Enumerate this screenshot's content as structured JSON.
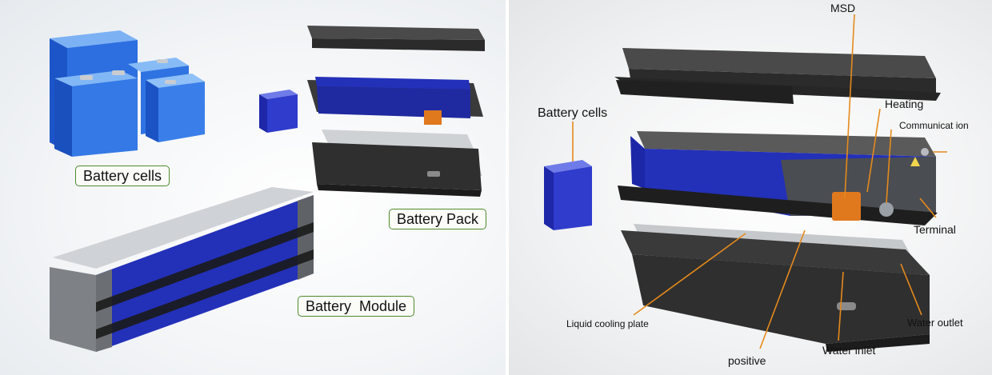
{
  "left_panel": {
    "labels": {
      "cells": "Battery cells",
      "pack": "Battery Pack",
      "module": "Battery  Module"
    }
  },
  "right_panel": {
    "callouts": {
      "msd": "MSD",
      "battery_cells": "Battery cells",
      "heating": "Heating",
      "communication": "Communicat ion",
      "terminal": "Terminal",
      "liquid_cooling_plate": "Liquid cooling plate",
      "water_outlet": "Water outlet",
      "water_inlet": "Water inlet",
      "positive": "positive"
    }
  },
  "colors": {
    "cell_blue": "#2d6fe0",
    "module_blue": "#2330b8",
    "label_border": "#4f8a2e",
    "callout_line": "#e58a1c",
    "cover_dark": "#2b2b2b",
    "connector_orange": "#e0781e"
  }
}
